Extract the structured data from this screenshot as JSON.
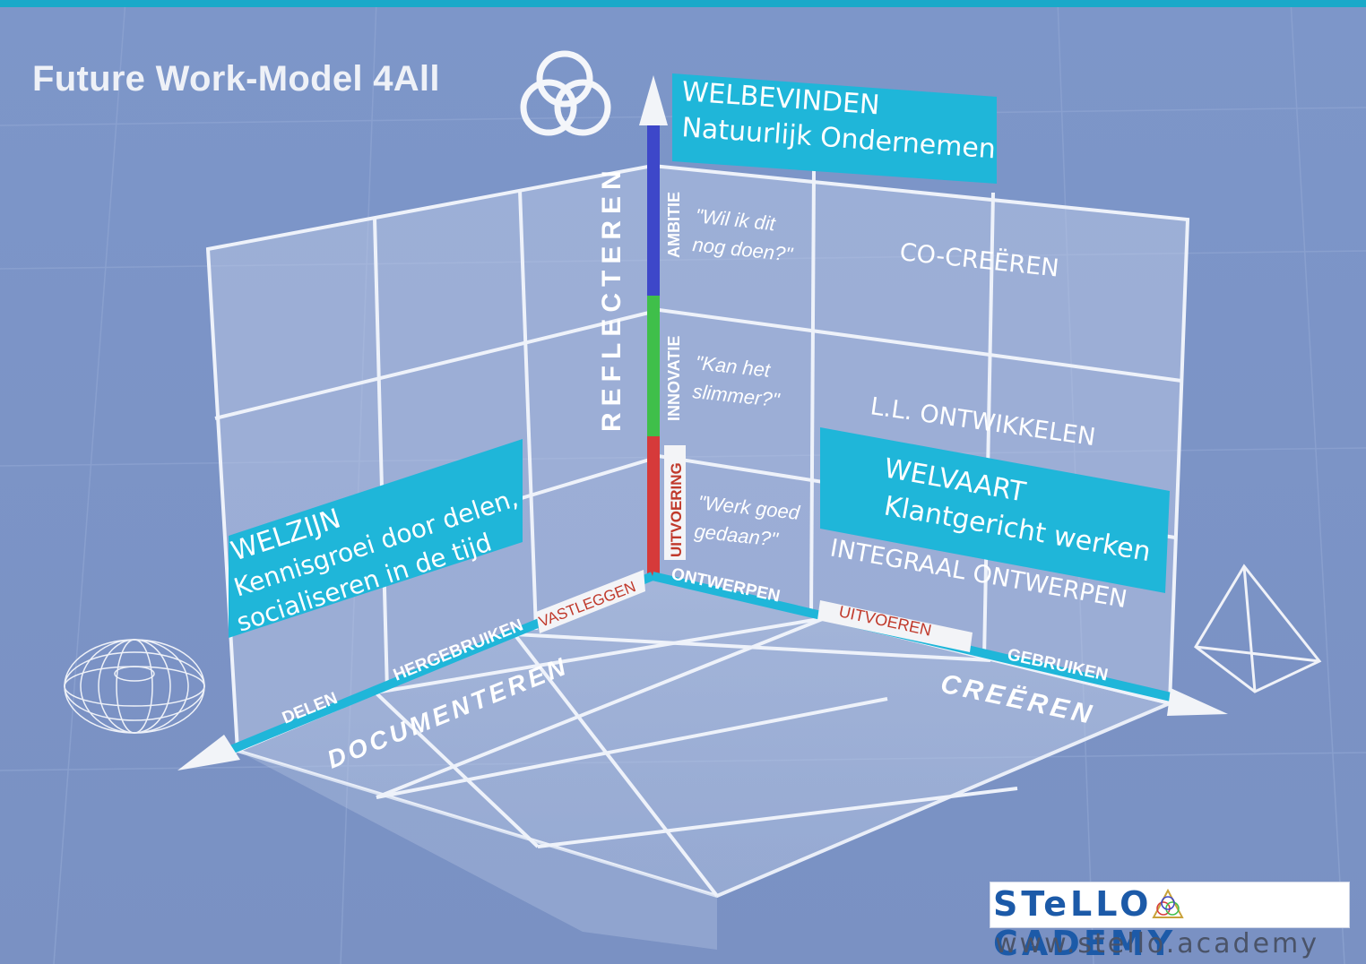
{
  "title": "Future Work-Model 4All",
  "boxes": {
    "welbevinden": {
      "line1": "WELBEVINDEN",
      "line2": "Natuurlijk Ondernemen"
    },
    "welzijn": {
      "line1": "WELZIJN",
      "line2": "Kennisgroei door delen,",
      "line3": "socialiseren in de tijd"
    },
    "welvaart": {
      "line1": "WELVAART",
      "line2": "Klantgericht werken"
    }
  },
  "vertical_axis": {
    "label": "REFLECTEREN",
    "segments": [
      "AMBITIE",
      "INNOVATIE",
      "UITVOERING"
    ],
    "colors": [
      "#3d47c9",
      "#3fbf4a",
      "#d63a3a"
    ]
  },
  "quotes": [
    "\"Wil ik dit nog doen?\"",
    "\"Kan het slimmer?\"",
    "\"Werk goed gedaan?\""
  ],
  "quote_lines": {
    "q1a": "\"Wil ik dit",
    "q1b": "nog doen?\"",
    "q2a": "\"Kan het",
    "q2b": "slimmer?\"",
    "q3a": "\"Werk goed",
    "q3b": "gedaan?\""
  },
  "right_wall_labels": [
    "CO-CREËREN",
    "L.L. ONTWIKKELEN",
    "INTEGRAAL ONTWERPEN"
  ],
  "left_axis": {
    "label": "DOCUMENTEREN",
    "items": [
      "DELEN",
      "HERGEBRUIKEN",
      "VASTLEGGEN"
    ]
  },
  "right_axis": {
    "label": "CREËREN",
    "items": [
      "ONTWERPEN",
      "UITVOEREN",
      "GEBRUIKEN"
    ]
  },
  "logo": {
    "name_left": "STeLLO",
    "name_right": "CADEMY",
    "url": "www.stello.academy"
  },
  "colors": {
    "background": "#7b93c6",
    "accent": "#1fb6d9",
    "red_label": "#c0392b"
  }
}
